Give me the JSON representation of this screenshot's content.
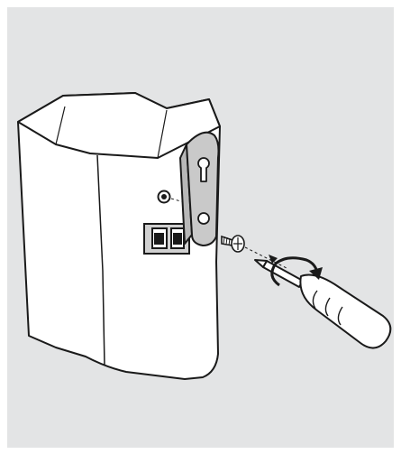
{
  "illustration": {
    "background_color": "#e3e4e5",
    "frame_color": "#ffffff",
    "line_color": "#1a1a1a",
    "fill_color": "#ffffff",
    "objects": [
      "speaker-cabinet",
      "speaker-terminal-panel",
      "wall-mount-bracket",
      "mounting-screw",
      "screwdriver",
      "rotation-arrow"
    ],
    "icons": [
      "keyhole-slot-icon",
      "screw-hole-icon",
      "rotation-arrow-icon"
    ]
  }
}
